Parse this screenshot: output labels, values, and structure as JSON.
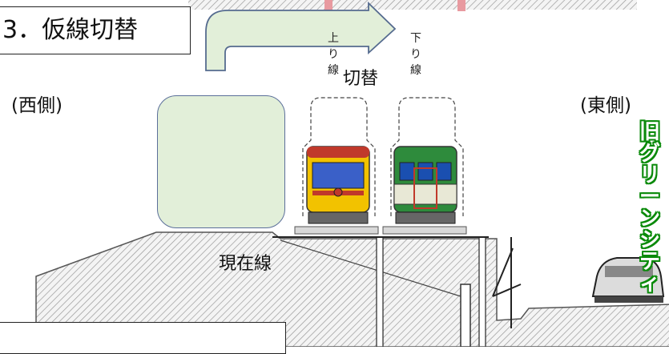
{
  "step_title": "3．仮線切替",
  "west_label": "(西側)",
  "east_label": "(東側)",
  "up_line_chars": [
    "上",
    "り",
    "線"
  ],
  "down_line_chars": [
    "下",
    "り",
    "線"
  ],
  "switch_label": "切替",
  "current_line_label": "現在線",
  "area_label_chars": [
    "旧",
    "グ",
    "リ",
    "ー",
    "ン",
    "シ",
    "テ",
    "ィ"
  ],
  "colors": {
    "accent_green": "#0a8a0a",
    "temp_area_fill": "#e2efd9",
    "arrow_fill": "#e2efd9",
    "train_up_body": "#f2c200",
    "train_up_stripe": "#c0392b",
    "train_down_body": "#2e8b3c",
    "train_down_window": "#1a4fb0"
  }
}
